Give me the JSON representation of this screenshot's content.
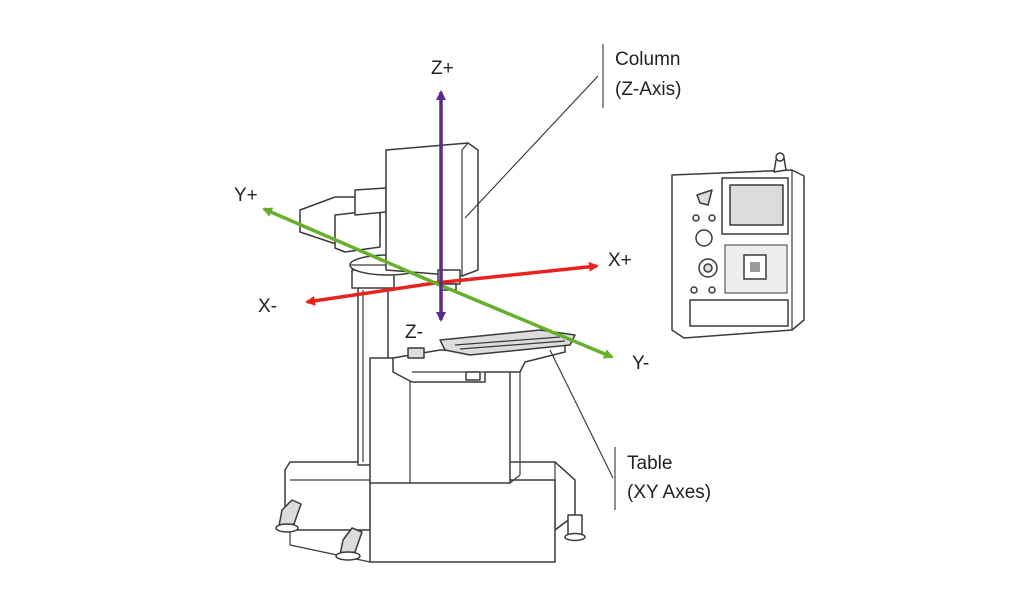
{
  "labels": {
    "z_plus": "Z+",
    "z_minus": "Z-",
    "x_plus": "X+",
    "x_minus": "X-",
    "y_plus": "Y+",
    "y_minus": "Y-",
    "column": {
      "line1": "Column",
      "line2": "(Z-Axis)"
    },
    "table": {
      "line1": "Table",
      "line2": "(XY Axes)"
    }
  },
  "colors": {
    "x_axis": "#e8231f",
    "y_axis": "#66b02e",
    "z_axis": "#5b2a8c",
    "outline": "#3a3a3a"
  }
}
